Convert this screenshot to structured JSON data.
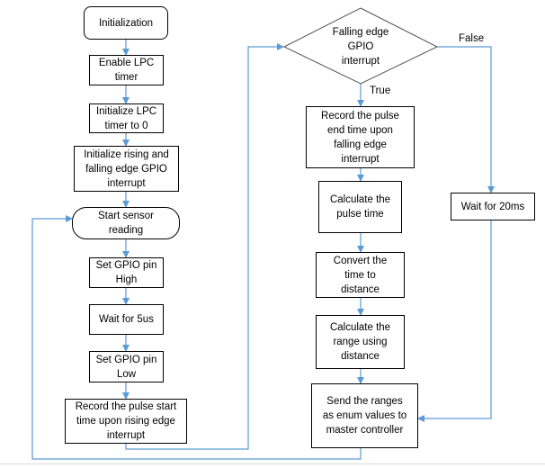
{
  "nodes": {
    "initialization": "Initialization",
    "enable_timer": "Enable LPC\ntimer",
    "init_timer": "Initialize LPC\ntimer to 0",
    "init_gpio_interrupt": "Initialize rising and\nfalling edge GPIO\ninterrupt",
    "start_sensor_reading": "Start sensor\nreading",
    "set_gpio_high": "Set GPIO pin\nHigh",
    "wait_5us": "Wait for 5us",
    "set_gpio_low": "Set GPIO pin\nLow",
    "record_start": "Record the  pulse start\ntime upon rising edge\ninterrupt",
    "falling_edge_decision": "Falling edge\nGPIO\ninterrupt",
    "record_end": "Record the  pulse\nend time upon\nfalling edge\ninterrupt",
    "calc_pulse_time": "Calculate the\npulse time",
    "convert_distance": "Convert the\ntime to\ndistance",
    "calc_range": "Calculate the\nrange using\ndistance",
    "send_ranges": "Send the ranges\nas enum values to\nmaster controller",
    "wait_20ms": "Wait for 20ms"
  },
  "labels": {
    "true": "True",
    "false": "False"
  },
  "colors": {
    "connector": "#5b9bd5",
    "box_border": "#000000"
  }
}
